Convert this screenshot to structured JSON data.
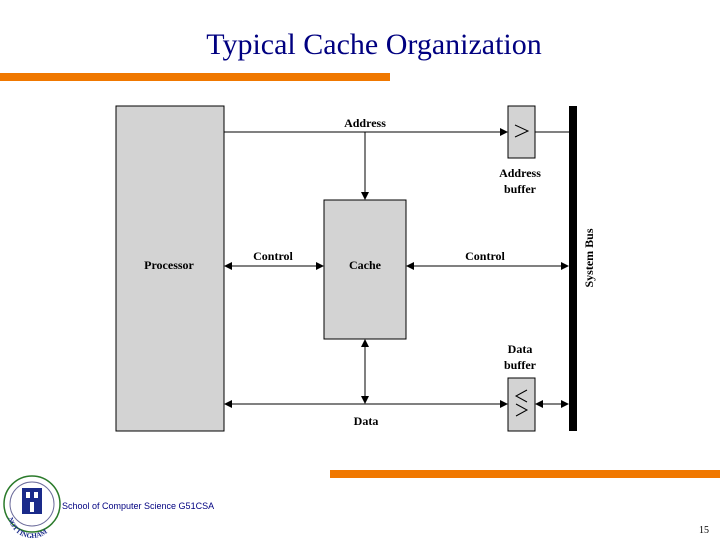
{
  "slide": {
    "title": "Typical Cache Organization",
    "footer": "School of Computer Science G51CSA",
    "page_number": "15",
    "accent_color": "#f07800"
  },
  "diagram": {
    "processor_label": "Processor",
    "cache_label": "Cache",
    "address_label": "Address",
    "address_buffer_label": [
      "Address",
      "buffer"
    ],
    "data_buffer_label": [
      "Data",
      "buffer"
    ],
    "data_label": "Data",
    "control_left_label": "Control",
    "control_right_label": "Control",
    "system_bus_label": "System Bus"
  },
  "logo": {
    "name": "university-seal",
    "text": "NOTTINGHAM"
  }
}
